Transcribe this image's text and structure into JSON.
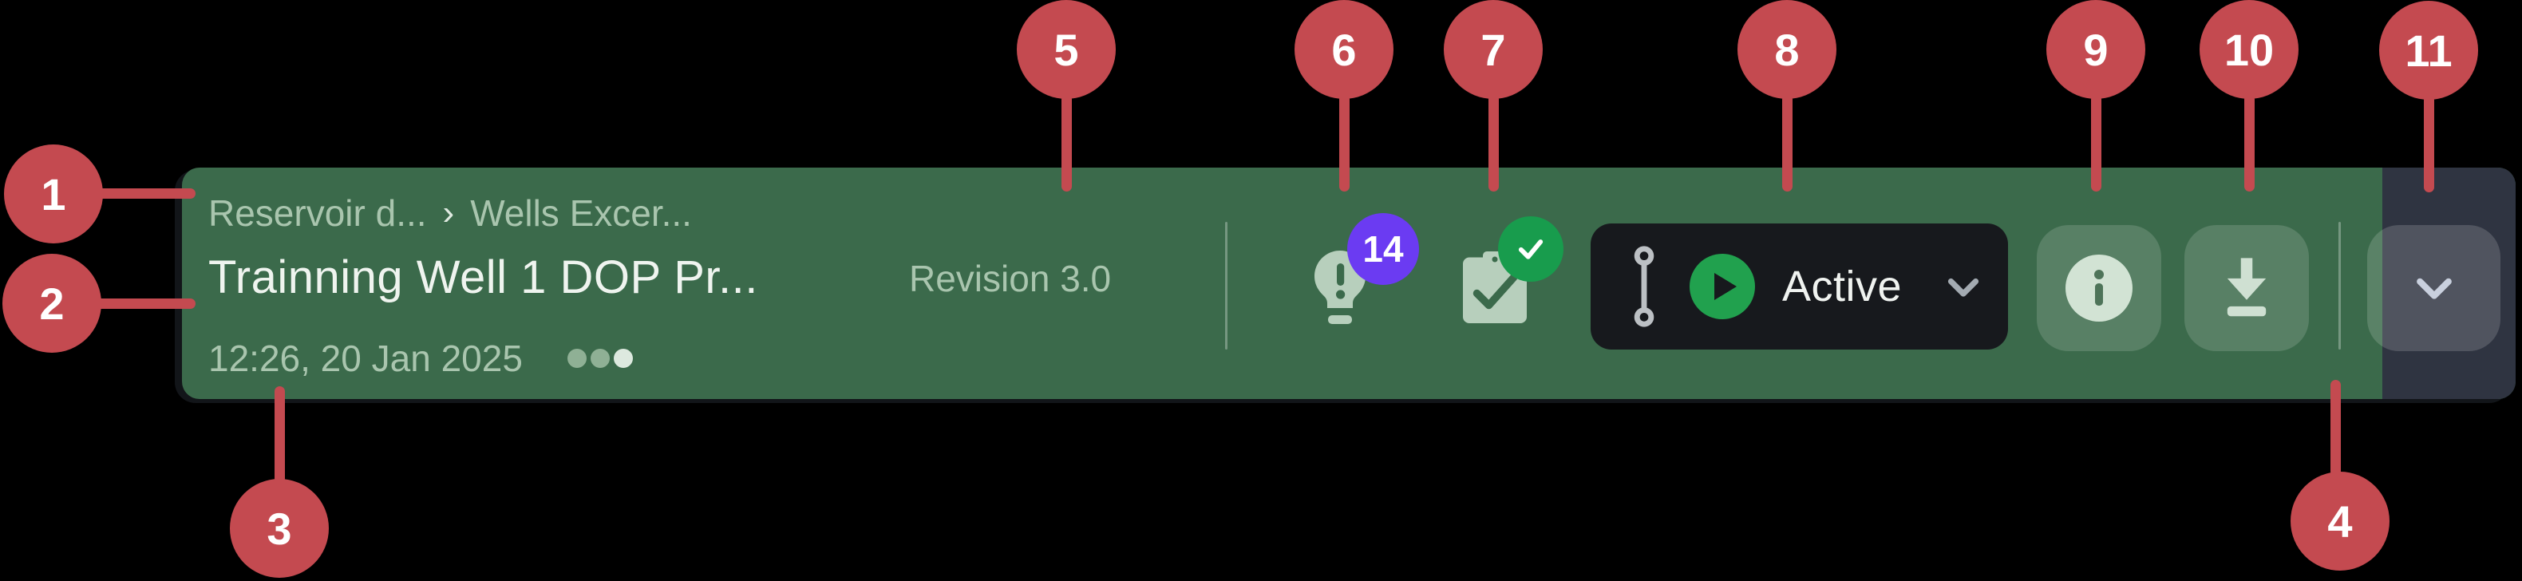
{
  "annotations": {
    "accent_color": "#C44A50",
    "callouts": [
      "1",
      "2",
      "3",
      "4",
      "5",
      "6",
      "7",
      "8",
      "9",
      "10",
      "11"
    ]
  },
  "toolbar": {
    "breadcrumb": {
      "first": "Reservoir d...",
      "separator": "›",
      "second": "Wells Excer..."
    },
    "title": "Trainning Well 1 DOP Pr...",
    "revision": "Revision 3.0",
    "timestamp": "12:26, 20 Jan 2025",
    "more_menu_icon": "ellipsis-dots-icon",
    "insights": {
      "icon": "lightbulb-alert-icon",
      "badge_count": "14",
      "badge_color": "#6B3BF2"
    },
    "approvals": {
      "icon": "clipboard-check-icon",
      "badge_icon": "check-circle-icon",
      "badge_color": "#189C4D"
    },
    "status_dropdown": {
      "version_icon": "version-link-icon",
      "state_icon": "play-circle-icon",
      "label": "Active",
      "chevron_icon": "chevron-down-icon"
    },
    "actions": {
      "info_icon": "info-circle-icon",
      "download_icon": "download-icon",
      "expand_icon": "chevron-down-icon"
    },
    "colors": {
      "bar": "#3B6A4B",
      "bar_dark_section": "#2F3441",
      "status_pill": "#17191D",
      "icon_sage": "#B7CFBC",
      "text_primary": "#EFF4EF",
      "text_secondary": "#A9C5AE",
      "play_green": "#21A14E"
    }
  }
}
